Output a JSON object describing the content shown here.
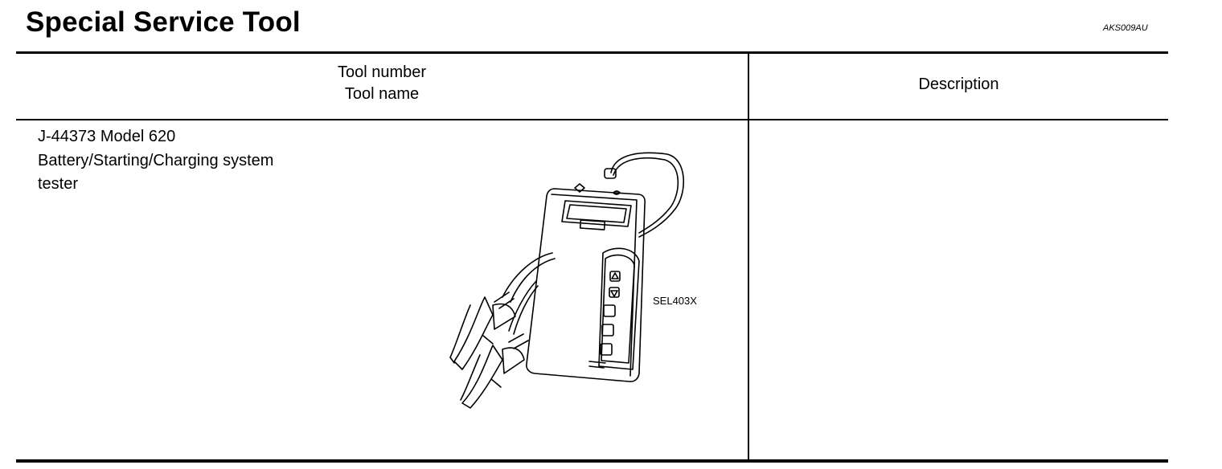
{
  "page": {
    "title": "Special Service Tool",
    "doc_code": "AKS009AU"
  },
  "table": {
    "header": {
      "tool_line1": "Tool number",
      "tool_line2": "Tool name",
      "description": "Description"
    },
    "rows": [
      {
        "tool_number": "J-44373 Model 620",
        "tool_name_line1": "Battery/Starting/Charging system",
        "tool_name_line2": "tester",
        "figure_code": "SEL403X",
        "description": ""
      }
    ]
  },
  "icons": {
    "illustration": "battery-tester-illustration"
  }
}
